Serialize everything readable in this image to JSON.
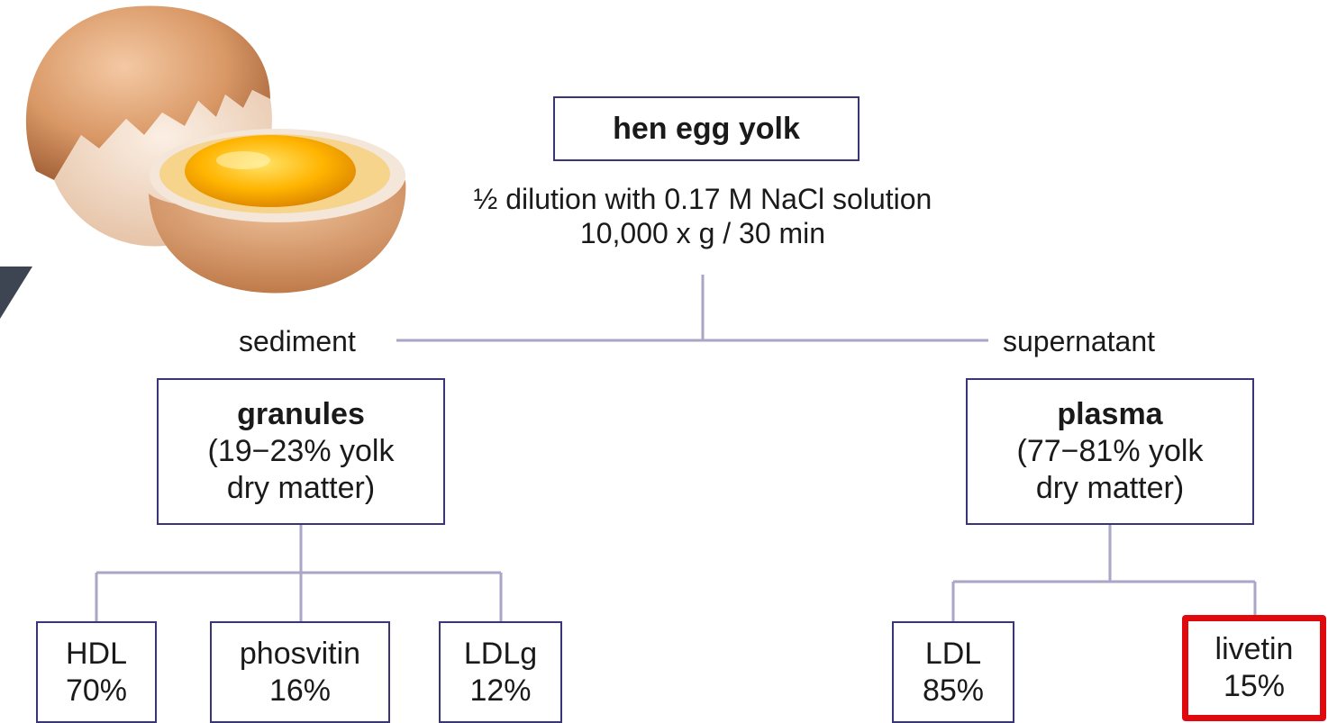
{
  "root": {
    "title": "hen egg yolk"
  },
  "process": {
    "line1": "½ dilution with 0.17 M NaCl solution",
    "line2": "10,000 x g / 30 min"
  },
  "branches": {
    "left": "sediment",
    "right": "supernatant"
  },
  "granules": {
    "title": "granules",
    "line1": "(19−23%  yolk",
    "line2": "dry matter)"
  },
  "plasma": {
    "title": "plasma",
    "line1": "(77−81%  yolk",
    "line2": "dry matter)"
  },
  "granule_fractions": [
    {
      "name": "HDL",
      "percent": "70%"
    },
    {
      "name": "phosvitin",
      "percent": "16%"
    },
    {
      "name": "LDLg",
      "percent": "12%"
    }
  ],
  "plasma_fractions": [
    {
      "name": "LDL",
      "percent": "85%"
    },
    {
      "name": "livetin",
      "percent": "15%"
    }
  ],
  "colors": {
    "box_border": "#3a3478",
    "connector": "#a9a6c6",
    "highlight": "#e0090d"
  }
}
